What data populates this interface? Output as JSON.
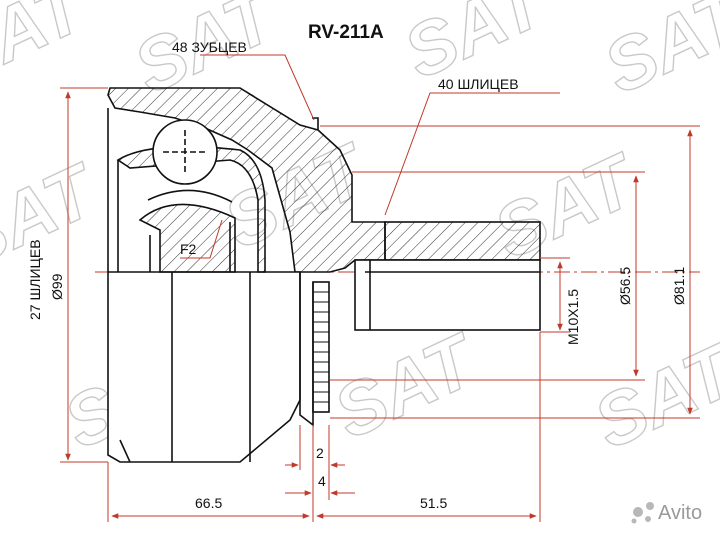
{
  "part_number": "RV-211A",
  "labels": {
    "outer_teeth": "48 ЗУБЦЕВ",
    "shaft_splines": "40 ШЛИЦЕВ",
    "inner_splines": "27 ШЛИЦЕВ",
    "outer_diameter": "Ø99",
    "feature": "F2",
    "thread": "M10X1.5",
    "diameter_mid": "Ø56.5",
    "diameter_seal": "Ø81.1",
    "length_body": "66.5",
    "length_shaft": "51.5",
    "gap_small": "2",
    "gap_ring": "4"
  },
  "watermark": {
    "brand": "SAT",
    "marketplace": "Avito"
  },
  "colors": {
    "line": "#111111",
    "dimension": "#c0392b",
    "watermark": "#c9c9c9"
  }
}
